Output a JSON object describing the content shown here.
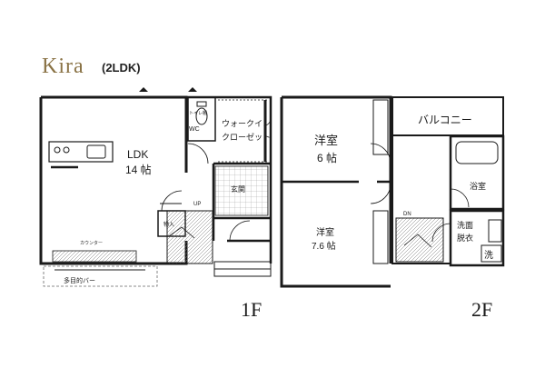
{
  "header": {
    "name": "Kira",
    "layout_type": "(2LDK)",
    "name_color": "#8a7346"
  },
  "floor1": {
    "floor_label": "1F",
    "rooms": {
      "ldk_name": "LDK",
      "ldk_size": "14 帖",
      "toilet": "トイレ棚",
      "wc": "WC",
      "walkin_1": "ウォークイン",
      "walkin_2": "クローゼット",
      "entrance": "玄関",
      "up": "UP",
      "storage": "物入",
      "counter": "カウンター",
      "bar": "多目的バー"
    }
  },
  "floor2": {
    "floor_label": "2F",
    "rooms": {
      "western1_name": "洋室",
      "western1_size": "6 帖",
      "western2_name": "洋室",
      "western2_size": "7.6 帖",
      "balcony": "バルコニー",
      "bath": "浴室",
      "washroom_1": "洗面",
      "washroom_2": "脱衣",
      "washer": "洗",
      "dn": "DN"
    }
  },
  "colors": {
    "wall": "#1a1a1a",
    "accent": "#8a7346",
    "hatch": "#555555"
  }
}
